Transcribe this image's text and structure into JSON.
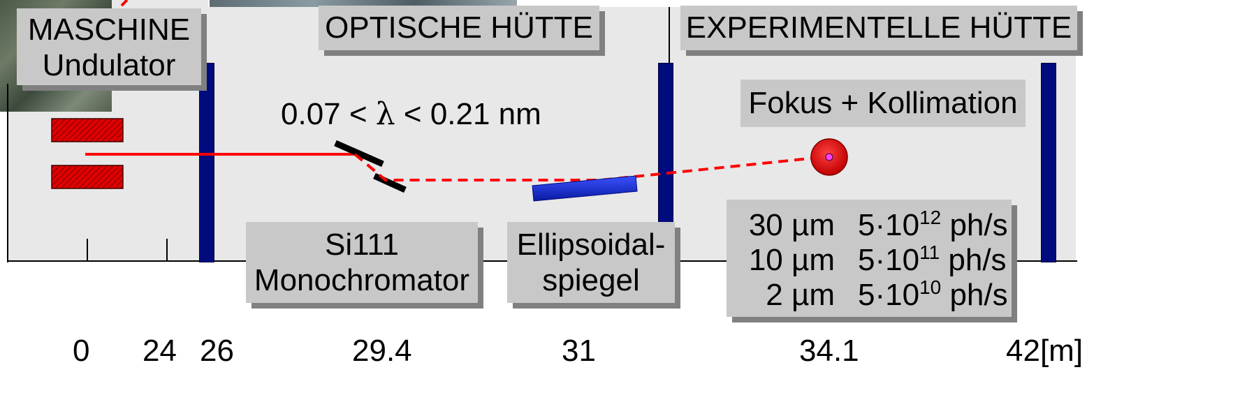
{
  "sections": {
    "maschine": {
      "line1": "MASCHINE",
      "line2": "Undulator"
    },
    "optische": "OPTISCHE HÜTTE",
    "experimentelle": "EXPERIMENTELLE HÜTTE"
  },
  "wavelength": {
    "prefix": "0.07 < ",
    "symbol": "λ",
    "suffix": " < 0.21 nm"
  },
  "fokus": "Fokus + Kollimation",
  "monochromator": {
    "line1": "Si111",
    "line2": "Monochromator"
  },
  "mirror": {
    "line1": "Ellipsoidal-",
    "line2": "spiegel"
  },
  "performance": [
    {
      "size": "30 µm",
      "flux_base": "5·10",
      "flux_exp": "12",
      "flux_unit": " ph/s"
    },
    {
      "size": "10 µm",
      "flux_base": "5·10",
      "flux_exp": "11",
      "flux_unit": " ph/s"
    },
    {
      "size": "2 µm",
      "flux_base": "5·10",
      "flux_exp": "10",
      "flux_unit": " ph/s"
    }
  ],
  "axis": {
    "ticks": [
      "0",
      "24",
      "26",
      "29.4",
      "31",
      "34.1",
      "42[m]"
    ]
  },
  "colors": {
    "beam": "#ff0000",
    "wall": "#000b7e",
    "box": "#c8c8c8",
    "shadow": "#808080",
    "hut": "#e8e8e8",
    "mirror": "#1a2fd6",
    "undulator": "#e00000"
  }
}
